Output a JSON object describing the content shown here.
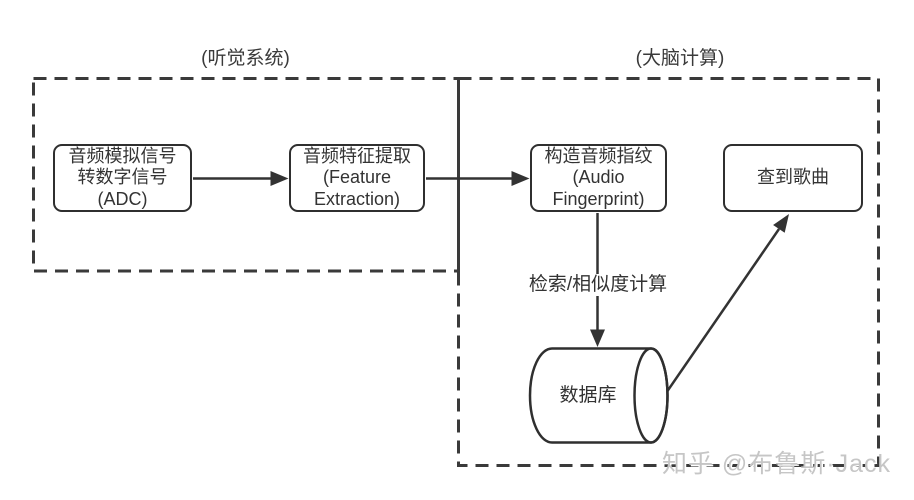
{
  "diagram": {
    "title": "audio-recognition-flow",
    "regions": [
      {
        "id": "auditory-system",
        "label": "(听觉系统)"
      },
      {
        "id": "brain-computation",
        "label": "(大脑计算)"
      }
    ],
    "nodes": {
      "adc": {
        "text": "音频模拟信号\n转数字信号\n(ADC)"
      },
      "feature": {
        "text": "音频特征提取\n(Feature\nExtraction)"
      },
      "fingerprint": {
        "text": "构造音频指纹\n(Audio\nFingerprint)"
      },
      "song": {
        "text": "查到歌曲"
      },
      "database": {
        "text": "数据库"
      }
    },
    "edges": {
      "adc_to_feature": {
        "label": ""
      },
      "feature_to_fingerprint": {
        "label": ""
      },
      "fingerprint_to_database": {
        "label": "检索/相似度计算"
      },
      "database_to_song": {
        "label": ""
      }
    },
    "colors": {
      "line": "#333333",
      "dashed_border": "#3a3a3a",
      "text": "#333333",
      "background": "#ffffff",
      "watermark": "#c6c6c6"
    }
  },
  "watermark": {
    "text": "知乎 @布鲁斯·Jack"
  }
}
